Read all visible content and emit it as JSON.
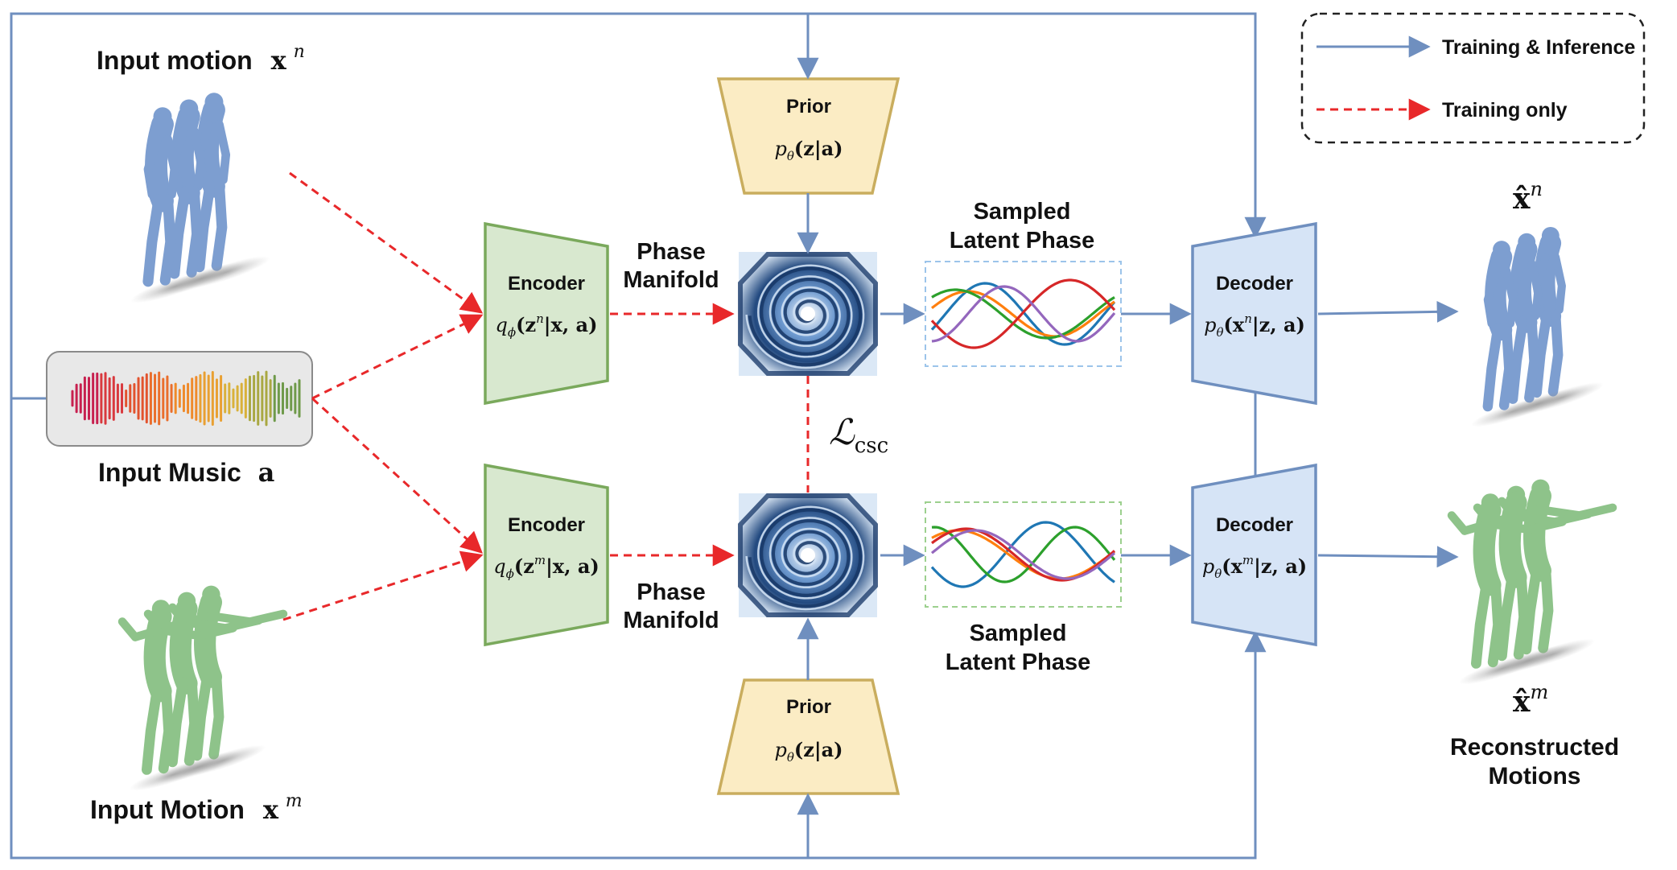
{
  "legend": {
    "solid_label": "Training & Inference",
    "dashed_label": "Training only"
  },
  "inputs": {
    "motion_top_label": "Input motion",
    "motion_top_symbol": "x",
    "motion_top_sup": "n",
    "music_label": "Input Music",
    "music_symbol": "a",
    "motion_bottom_label": "Input Motion",
    "motion_bottom_symbol": "x",
    "motion_bottom_sup": "m"
  },
  "encoders": [
    {
      "title": "Encoder",
      "formula_pre": "q",
      "formula_sub": "ϕ",
      "formula_mid": "(z",
      "formula_sup": "n",
      "formula_post": "|x, a)"
    },
    {
      "title": "Encoder",
      "formula_pre": "q",
      "formula_sub": "ϕ",
      "formula_mid": "(z",
      "formula_sup": "m",
      "formula_post": "|x, a)"
    }
  ],
  "priors": [
    {
      "title": "Prior",
      "formula_pre": "p",
      "formula_sub": "θ",
      "formula_post": "(z|a)"
    },
    {
      "title": "Prior",
      "formula_pre": "p",
      "formula_sub": "θ",
      "formula_post": "(z|a)"
    }
  ],
  "decoders": [
    {
      "title": "Decoder",
      "formula_pre": "p",
      "formula_sub": "θ",
      "formula_mid": "(x",
      "formula_sup": "n",
      "formula_post": "|z, a)"
    },
    {
      "title": "Decoder",
      "formula_pre": "p",
      "formula_sub": "θ",
      "formula_mid": "(x",
      "formula_sup": "m",
      "formula_post": "|z, a)"
    }
  ],
  "phase_manifold": {
    "line1": "Phase",
    "line2": "Manifold"
  },
  "sampled_phase": {
    "line1": "Sampled",
    "line2": "Latent Phase"
  },
  "loss": {
    "symbol": "ℒ",
    "sub": "csc"
  },
  "outputs": {
    "top_symbol": "x̂",
    "top_sup": "n",
    "bottom_symbol": "x̂",
    "bottom_sup": "m",
    "caption_line1": "Reconstructed",
    "caption_line2": "Motions"
  },
  "colors": {
    "solid_arrow": "#6f8fbf",
    "dashed_arrow": "#e8282a",
    "encoder_fill": "#d8e8cf",
    "encoder_stroke": "#7aa95c",
    "prior_fill": "#fbecc4",
    "prior_stroke": "#c9ad5e",
    "decoder_fill": "#d6e4f6",
    "decoder_stroke": "#6f8fbf",
    "motion_blue": "#7d9ed0",
    "motion_green": "#8ec38a",
    "wave_colors": [
      "#1f77b4",
      "#ff7f0e",
      "#2ca02c",
      "#d62728",
      "#9467bd"
    ]
  }
}
